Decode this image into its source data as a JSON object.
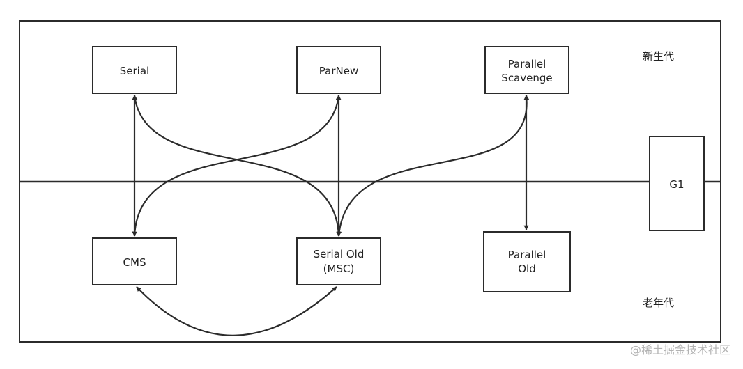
{
  "regions": {
    "young": "新生代",
    "old": "老年代"
  },
  "collectors": {
    "serial": [
      "Serial"
    ],
    "parnew": [
      "ParNew"
    ],
    "parallel_scavenge": [
      "Parallel",
      "Scavenge"
    ],
    "cms": [
      "CMS"
    ],
    "serial_old": [
      "Serial Old",
      "(MSC)"
    ],
    "parallel_old": [
      "Parallel",
      "Old"
    ],
    "g1": [
      "G1"
    ]
  },
  "combinations": [
    [
      "Serial",
      "CMS"
    ],
    [
      "Serial",
      "Serial Old"
    ],
    [
      "ParNew",
      "CMS"
    ],
    [
      "ParNew",
      "Serial Old"
    ],
    [
      "Parallel Scavenge",
      "Serial Old"
    ],
    [
      "Parallel Scavenge",
      "Parallel Old"
    ],
    [
      "CMS",
      "Serial Old"
    ]
  ],
  "watermark": "@稀土掘金技术社区",
  "colors": {
    "stroke": "#2b2b2b",
    "text": "#222222",
    "watermark": "#b3b3b3"
  }
}
